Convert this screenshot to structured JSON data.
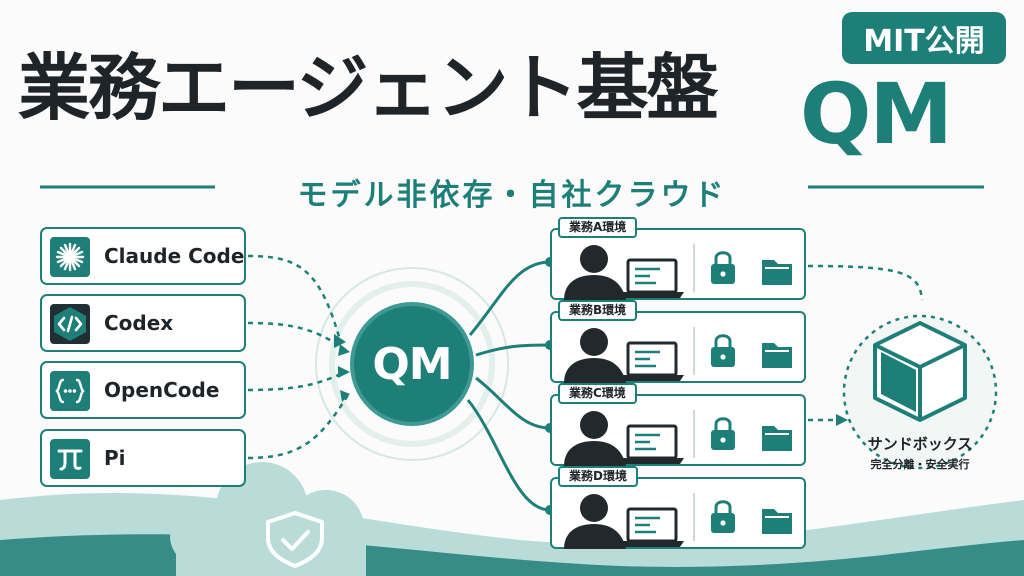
{
  "header": {
    "title": "業務エージェント基盤",
    "brand": "QM",
    "badge": "MIT公開",
    "subtitle": "モデル非依存・自社クラウド"
  },
  "tools": [
    {
      "label": "Claude Code",
      "icon": "starburst-icon"
    },
    {
      "label": "Codex",
      "icon": "code-brackets-icon"
    },
    {
      "label": "OpenCode",
      "icon": "curly-braces-icon"
    },
    {
      "label": "Pi",
      "icon": "pi-icon"
    }
  ],
  "hub": {
    "label": "QM"
  },
  "environments": [
    {
      "label": "業務A環境"
    },
    {
      "label": "業務B環境"
    },
    {
      "label": "業務C環境"
    },
    {
      "label": "業務D環境"
    }
  ],
  "sandbox": {
    "title": "サンドボックス",
    "subtitle": "完全分離・安全実行",
    "icon": "cube-icon"
  },
  "cloud": {
    "icon": "shield-check-icon"
  },
  "colors": {
    "accent": "#1e7f79",
    "text": "#1f2429",
    "light_teal": "#b9dcd8",
    "background": "#fafbfa"
  }
}
